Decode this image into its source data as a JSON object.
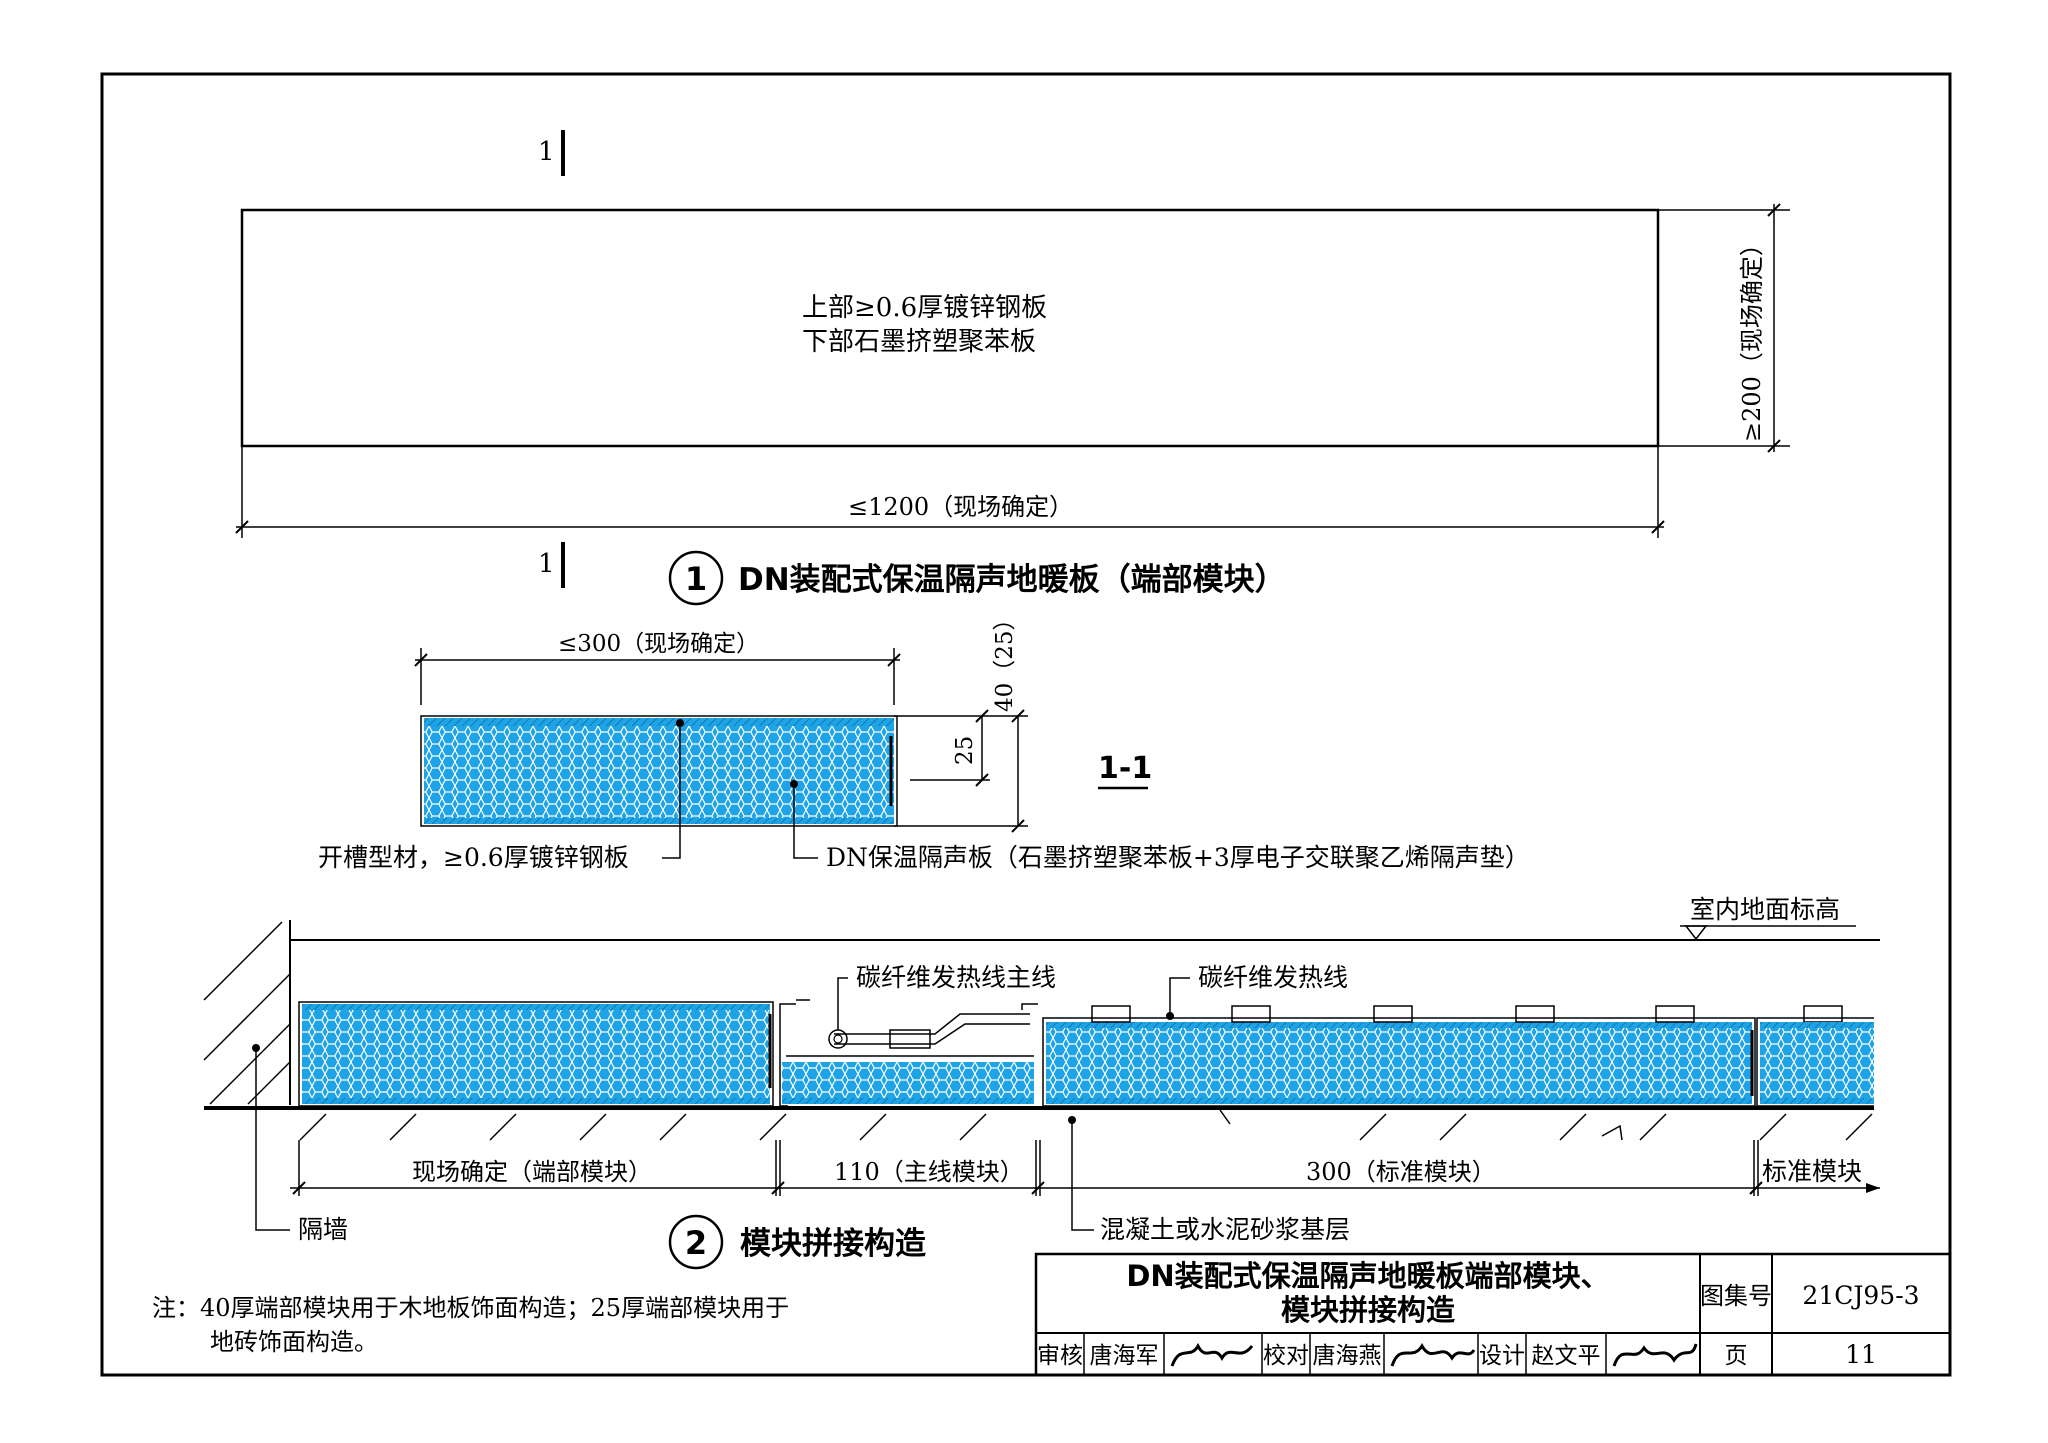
{
  "sheet": {
    "section_mark": "1",
    "top_panel": {
      "line1": "上部≥0.6厚镀锌钢板",
      "line2": "下部石墨挤塑聚苯板",
      "width_dim": "≤1200（现场确定）",
      "height_dim": "≥200（现场确定）"
    },
    "title1": {
      "number": "1",
      "text": "DN装配式保温隔声地暖板（端部模块）"
    },
    "section": {
      "width_dim": "≤300（现场确定）",
      "dim_25": "25",
      "dim_40": "40（25）",
      "label": "1-1",
      "callout_channel": "开槽型材，≥0.6厚镀锌钢板",
      "callout_board": "DN保温隔声板（石墨挤塑聚苯板+3厚电子交联聚乙烯隔声垫）"
    },
    "assembly": {
      "floor_level": "室内地面标高",
      "main_wire": "碳纤维发热线主线",
      "heat_wire": "碳纤维发热线",
      "dim_end": "现场确定（端部模块）",
      "dim_main": "110（主线模块）",
      "dim_std": "300（标准模块）",
      "dim_std2": "标准模块",
      "wall": "隔墙",
      "base": "混凝土或水泥砂浆基层"
    },
    "title2": {
      "number": "2",
      "text": "模块拼接构造"
    },
    "note": {
      "line1": "注：40厚端部模块用于木地板饰面构造；25厚端部模块用于",
      "line2": "地砖饰面构造。"
    },
    "title_block": {
      "title_line1": "DN装配式保温隔声地暖板端部模块、",
      "title_line2": "模块拼接构造",
      "atlas_label": "图集号",
      "atlas_no": "21CJ95-3",
      "review_label": "审核",
      "review_name": "唐海军",
      "check_label": "校对",
      "check_name": "唐海燕",
      "design_label": "设计",
      "design_name": "赵文平",
      "page_label": "页",
      "page_no": "11"
    }
  },
  "colors": {
    "insulation": "#1ea3e6",
    "line": "#000000"
  }
}
